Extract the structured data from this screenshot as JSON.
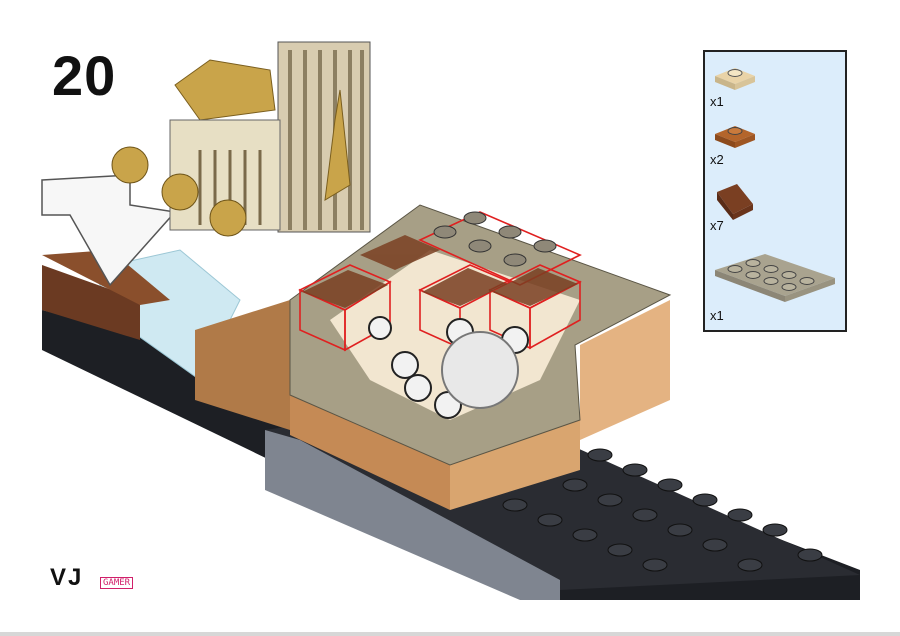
{
  "step": {
    "number": "20"
  },
  "parts_list": [
    {
      "name": "tan-plate-1x1",
      "quantity": "x1",
      "color": "#e9d3a7"
    },
    {
      "name": "brown-plate-1x1",
      "quantity": "x2",
      "color": "#b4652b"
    },
    {
      "name": "brown-slope-1x1",
      "quantity": "x7",
      "color": "#7a3f22"
    },
    {
      "name": "dark-tan-plate-2x4",
      "quantity": "x1",
      "color": "#a9a38f"
    }
  ],
  "model": {
    "highlight_color": "#e02020",
    "colors": {
      "black_base": "#1d1f24",
      "dark_tan": "#a79f86",
      "medium_nougat": "#d9a56f",
      "nougat_shadow": "#b07a48",
      "gold": "#c9a44a",
      "tan": "#e7dfc4",
      "trans_clear": "#cfe9f2",
      "reddish_brown": "#6b3a22",
      "white": "#f2f2f2"
    }
  },
  "logo": {
    "main_text": "VJ",
    "sub_text": "GAMER",
    "color": "#d11f6a"
  }
}
